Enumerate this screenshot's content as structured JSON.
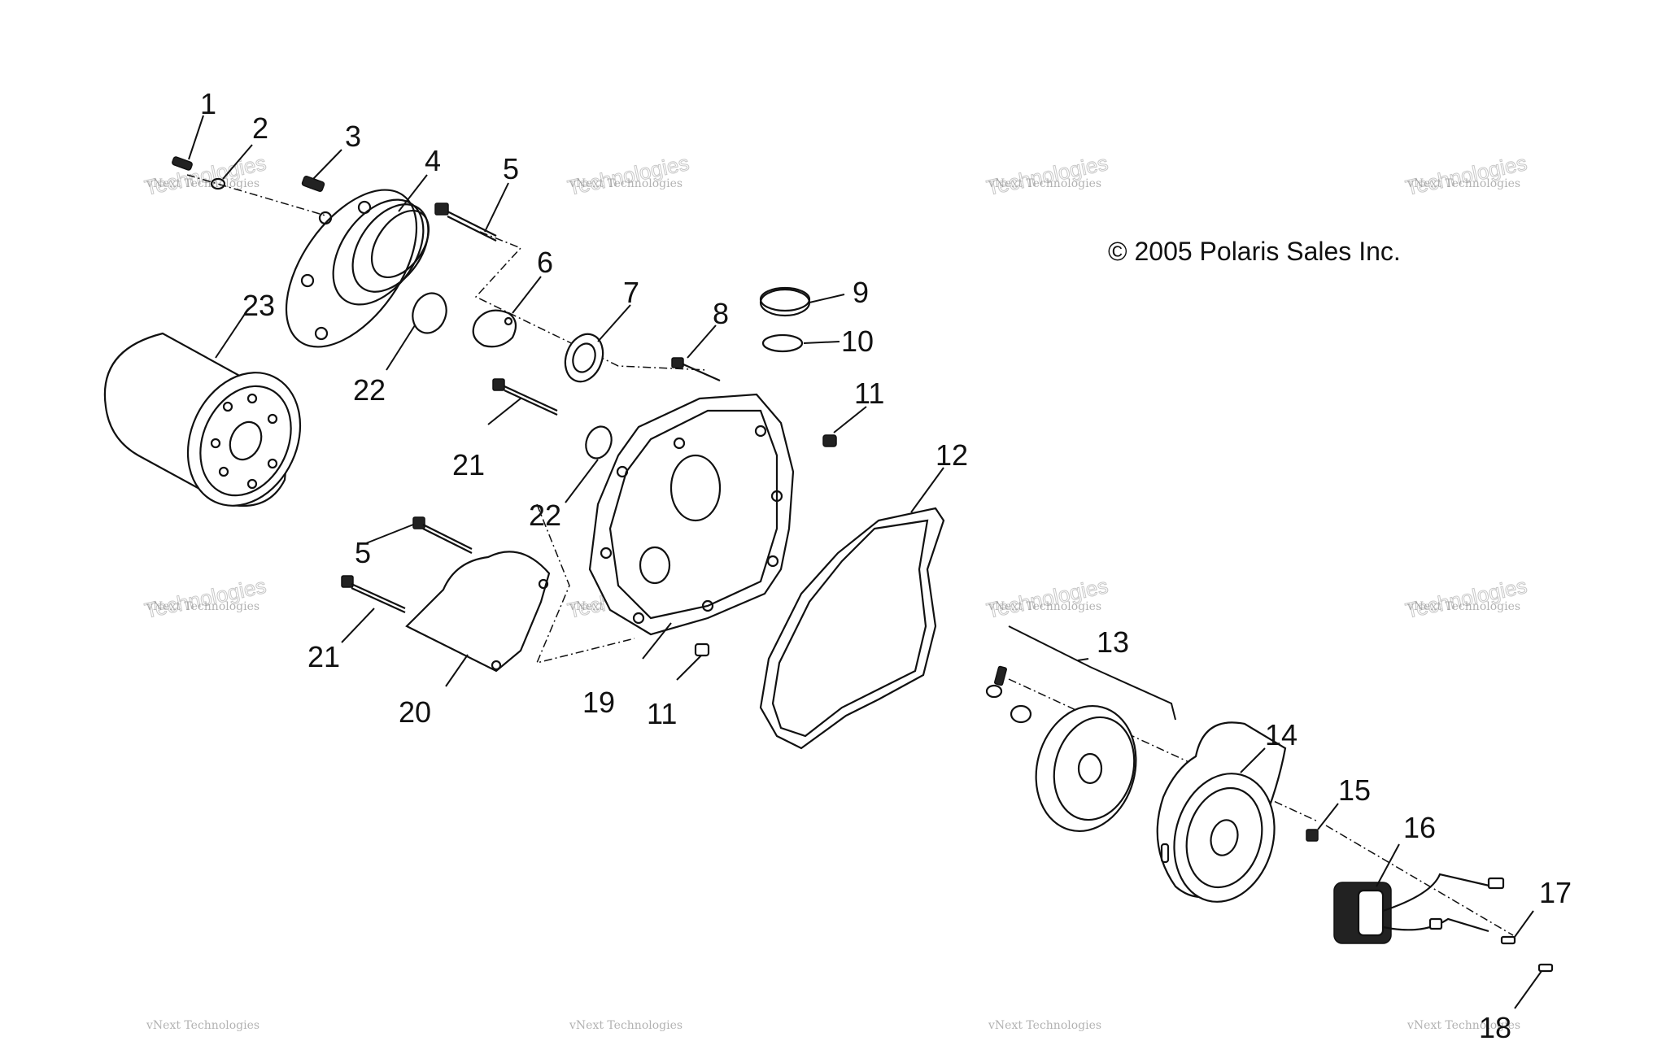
{
  "diagram": {
    "copyright": "© 2005 Polaris Sales Inc.",
    "watermark": {
      "line1": "vNext Technologies",
      "line2": "Technologies"
    },
    "callouts": [
      {
        "id": "c1",
        "text": "1"
      },
      {
        "id": "c2",
        "text": "2"
      },
      {
        "id": "c3",
        "text": "3"
      },
      {
        "id": "c4",
        "text": "4"
      },
      {
        "id": "c5a",
        "text": "5"
      },
      {
        "id": "c6",
        "text": "6"
      },
      {
        "id": "c7",
        "text": "7"
      },
      {
        "id": "c8",
        "text": "8"
      },
      {
        "id": "c9",
        "text": "9"
      },
      {
        "id": "c10",
        "text": "10"
      },
      {
        "id": "c11a",
        "text": "11"
      },
      {
        "id": "c12",
        "text": "12"
      },
      {
        "id": "c13",
        "text": "13"
      },
      {
        "id": "c14",
        "text": "14"
      },
      {
        "id": "c15",
        "text": "15"
      },
      {
        "id": "c16",
        "text": "16"
      },
      {
        "id": "c17",
        "text": "17"
      },
      {
        "id": "c18",
        "text": "18"
      },
      {
        "id": "c19",
        "text": "19"
      },
      {
        "id": "c20",
        "text": "20"
      },
      {
        "id": "c21a",
        "text": "21"
      },
      {
        "id": "c21b",
        "text": "21"
      },
      {
        "id": "c22a",
        "text": "22"
      },
      {
        "id": "c22b",
        "text": "22"
      },
      {
        "id": "c23",
        "text": "23"
      },
      {
        "id": "c5b",
        "text": "5"
      },
      {
        "id": "c11b",
        "text": "11"
      }
    ]
  }
}
